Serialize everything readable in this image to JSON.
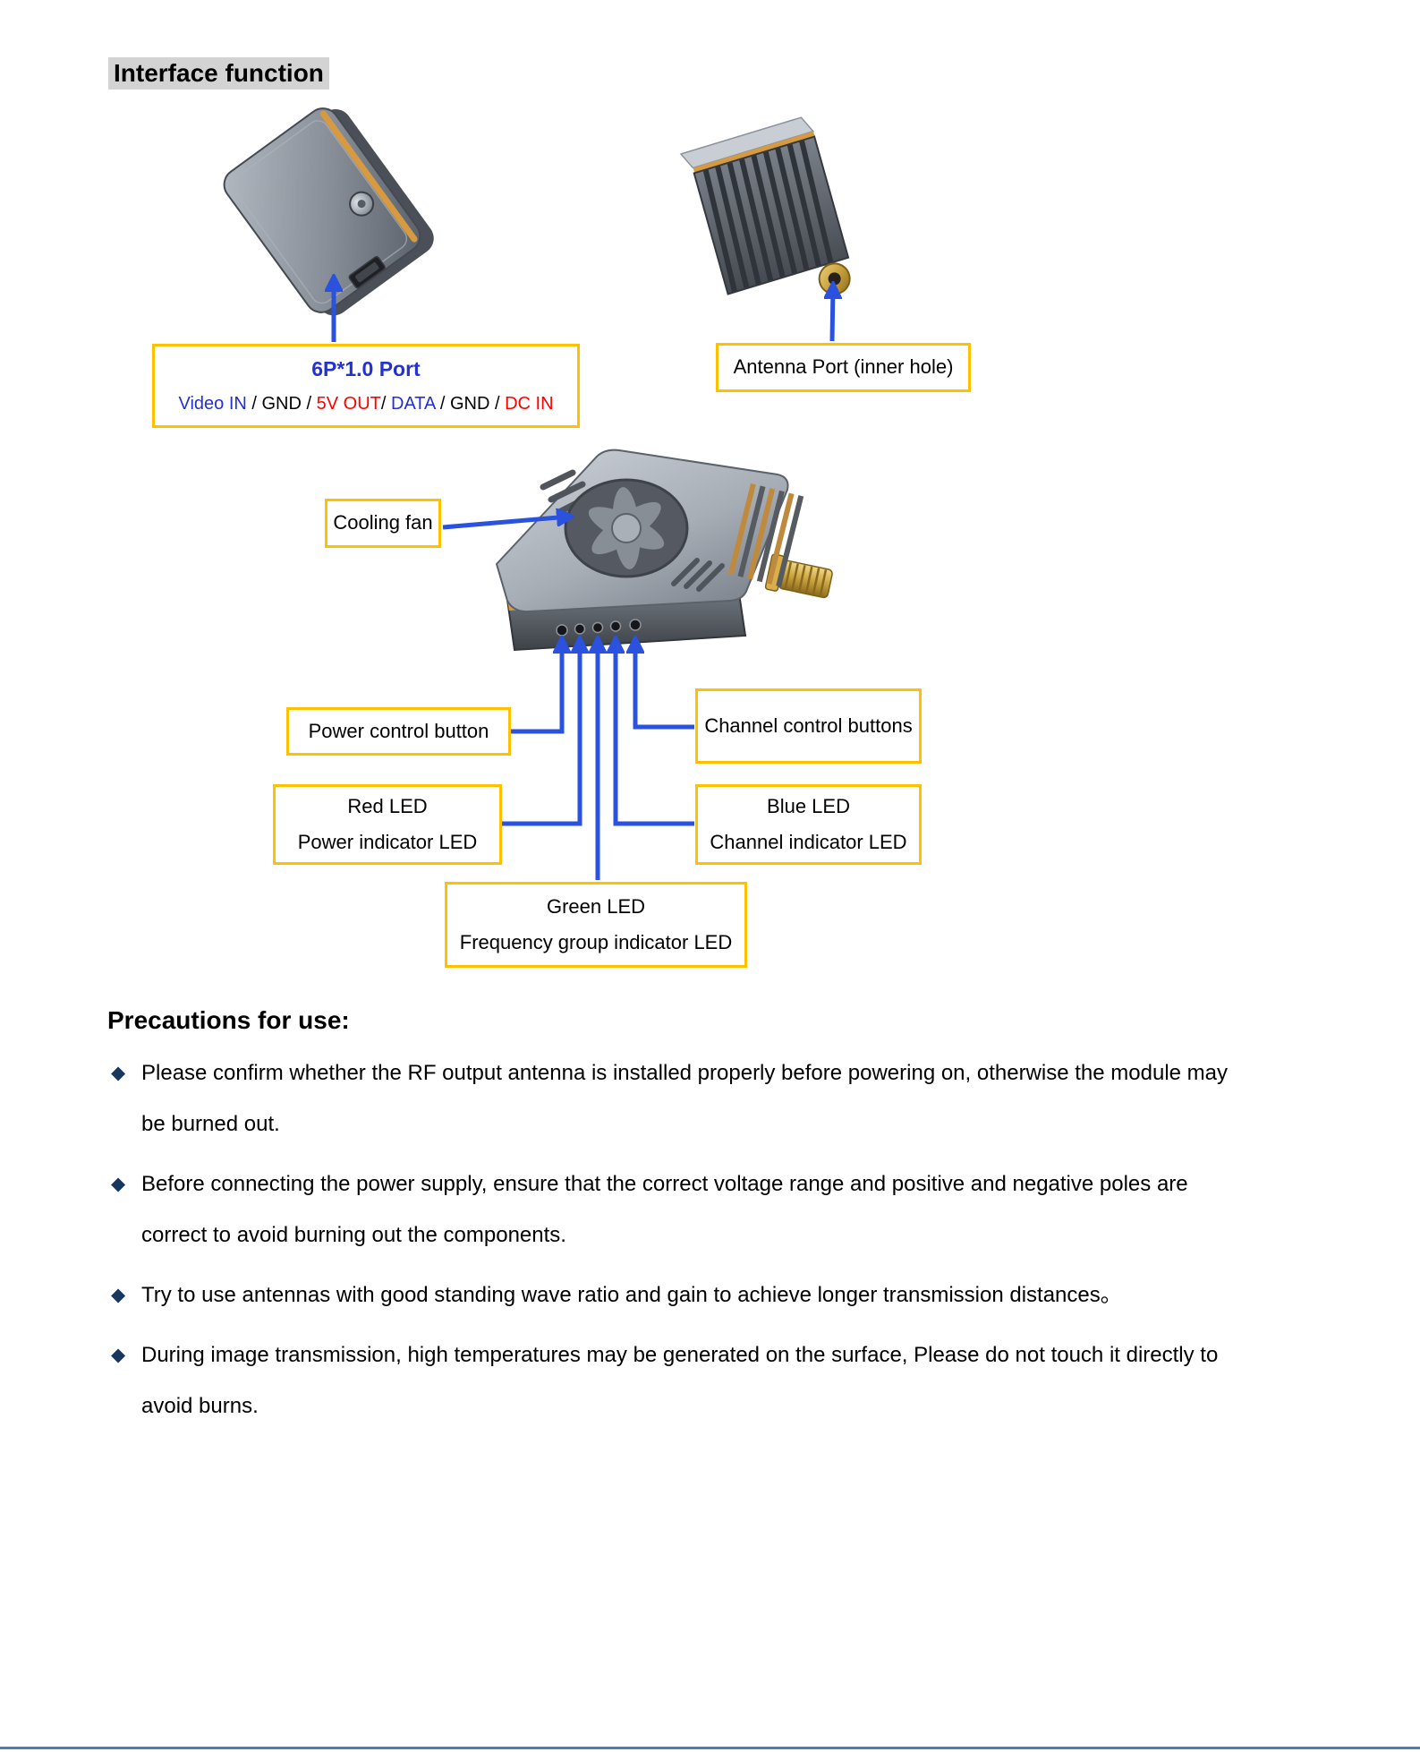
{
  "page": {
    "title": "Interface function",
    "precautions_title": "Precautions for use:",
    "bullet_glyph": "◆"
  },
  "labels": {
    "port_title": "6P*1.0 Port",
    "port_pin_segments": [
      {
        "text": "Video IN",
        "color": "#2331d1"
      },
      {
        "text": " / ",
        "color": "#000000"
      },
      {
        "text": "GND",
        "color": "#000000"
      },
      {
        "text": " / ",
        "color": "#000000"
      },
      {
        "text": "5V OUT",
        "color": "#ff0000"
      },
      {
        "text": "/ ",
        "color": "#000000"
      },
      {
        "text": "DATA",
        "color": "#2331d1"
      },
      {
        "text": " / ",
        "color": "#000000"
      },
      {
        "text": "GND",
        "color": "#000000"
      },
      {
        "text": " / ",
        "color": "#000000"
      },
      {
        "text": "DC IN",
        "color": "#ff0000"
      }
    ],
    "antenna": "Antenna Port (inner hole)",
    "cooling_fan": "Cooling fan",
    "power_button": "Power control button",
    "channel_buttons": "Channel control buttons",
    "red_led": {
      "line1": "Red LED",
      "line2": "Power indicator LED"
    },
    "blue_led": {
      "line1": "Blue LED",
      "line2": "Channel indicator LED"
    },
    "green_led": {
      "line1": "Green LED",
      "line2": "Frequency group indicator LED"
    }
  },
  "precautions": [
    "Please confirm whether the RF output antenna is installed properly before powering on, otherwise the module may be burned out.",
    "Before connecting the power supply, ensure that the correct voltage range and positive and negative poles are correct to avoid burning out the components.",
    "Try to use antennas with good standing wave ratio and gain to achieve longer transmission distances。",
    "During image transmission, high temperatures may be generated on the surface, Please do not touch it directly to avoid burns."
  ],
  "colors": {
    "arrow": "#2a52de",
    "box_border": "#ffc000",
    "title_highlight": "#d3d3d3",
    "text_blue": "#2331d1",
    "text_red": "#ff0000",
    "footer_rule": "#4a7ebd",
    "bullet_diamond": "#17375e"
  }
}
